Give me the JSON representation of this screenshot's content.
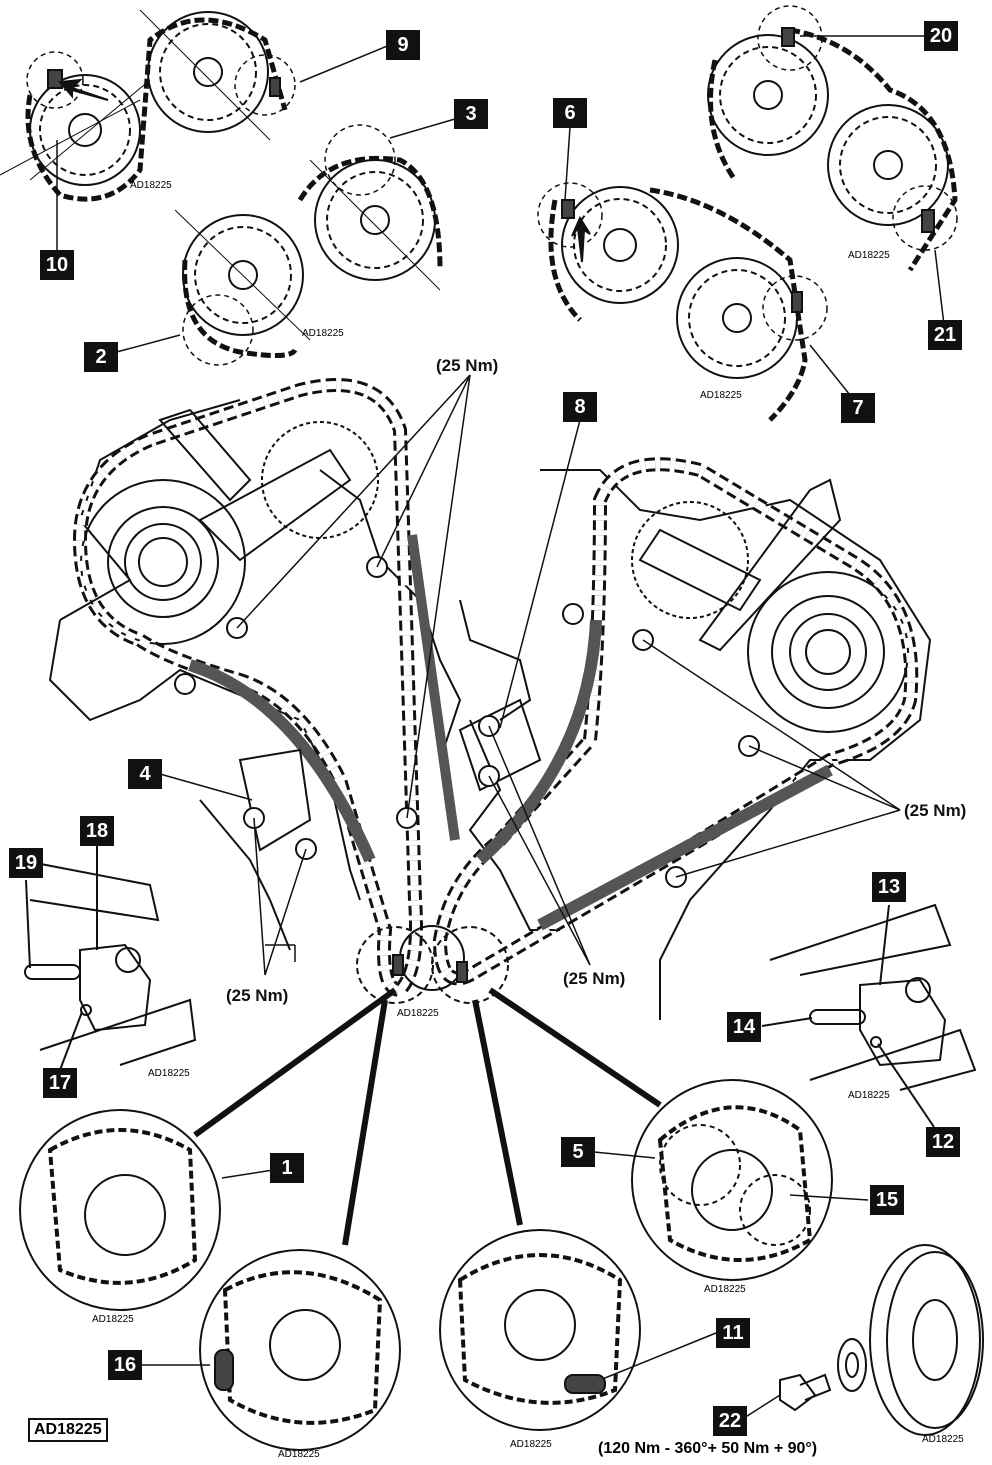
{
  "callouts": {
    "c1": "1",
    "c2": "2",
    "c3": "3",
    "c4": "4",
    "c5": "5",
    "c6": "6",
    "c7": "7",
    "c8": "8",
    "c9": "9",
    "c10": "10",
    "c11": "11",
    "c12": "12",
    "c13": "13",
    "c14": "14",
    "c15": "15",
    "c16": "16",
    "c17": "17",
    "c18": "18",
    "c19": "19",
    "c20": "20",
    "c21": "21",
    "c22": "22"
  },
  "torque_labels": {
    "top": "(25 Nm)",
    "right": "(25 Nm)",
    "center": "(25 Nm)",
    "left": "(25 Nm)"
  },
  "reference_code": "AD18225",
  "bolt_spec": "(120 Nm - 360°+ 50 Nm + 90°)"
}
